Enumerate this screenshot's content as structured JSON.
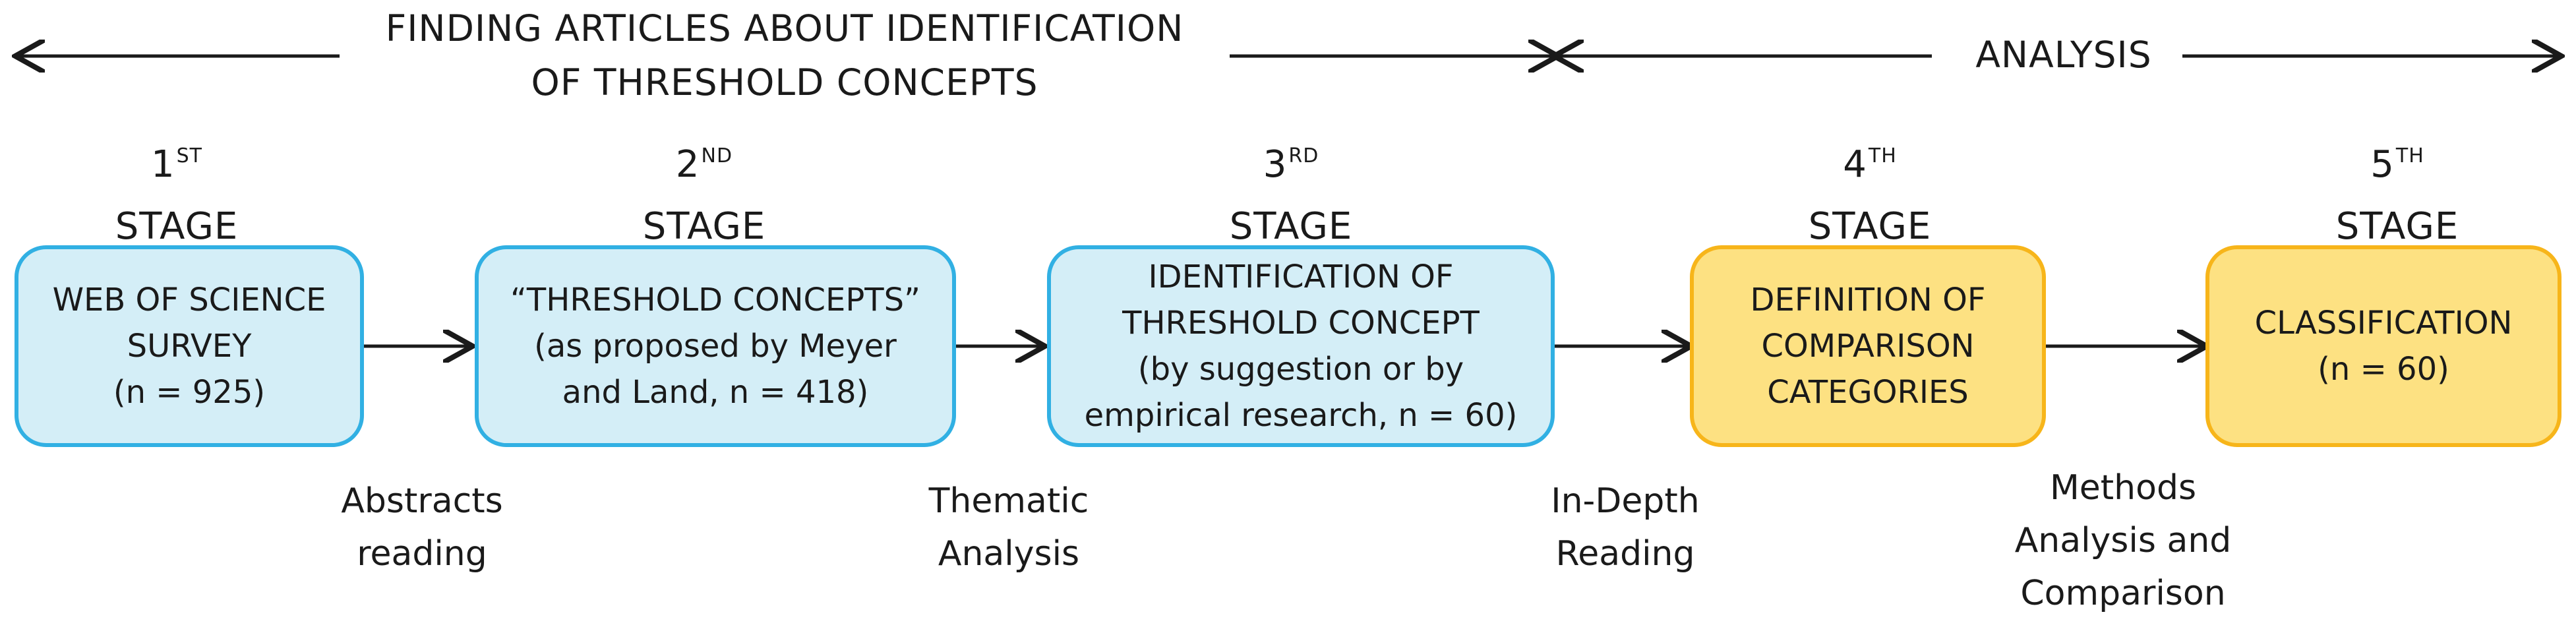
{
  "header": {
    "finding_title_line1": "FINDING ARTICLES ABOUT IDENTIFICATION",
    "finding_title_line2": "OF THRESHOLD CONCEPTS",
    "analysis_title": "ANALYSIS"
  },
  "stages": [
    {
      "number": "1",
      "suffix": "ST",
      "word": "STAGE",
      "lines": [
        "WEB OF SCIENCE",
        "SURVEY",
        "(n = 925)"
      ],
      "color": "blue"
    },
    {
      "number": "2",
      "suffix": "ND",
      "word": "STAGE",
      "lines": [
        "“THRESHOLD CONCEPTS”",
        "(as proposed by Meyer",
        "and Land, n = 418)"
      ],
      "color": "blue"
    },
    {
      "number": "3",
      "suffix": "RD",
      "word": "STAGE",
      "lines": [
        "IDENTIFICATION OF",
        "THRESHOLD CONCEPT",
        "(by suggestion or by",
        "empirical research, n = 60)"
      ],
      "color": "blue"
    },
    {
      "number": "4",
      "suffix": "TH",
      "word": "STAGE",
      "lines": [
        "DEFINITION OF",
        "COMPARISON",
        "CATEGORIES"
      ],
      "color": "yellow"
    },
    {
      "number": "5",
      "suffix": "TH",
      "word": "STAGE",
      "lines": [
        "CLASSIFICATION",
        "(n = 60)"
      ],
      "color": "yellow"
    }
  ],
  "transitions": [
    {
      "lines": [
        "Abstracts",
        "reading"
      ]
    },
    {
      "lines": [
        "Thematic",
        "Analysis"
      ]
    },
    {
      "lines": [
        "In-Depth",
        "Reading"
      ]
    },
    {
      "lines": [
        "Methods",
        "Analysis and",
        "Comparison"
      ]
    }
  ],
  "colors": {
    "blue_fill": "#d4eef7",
    "blue_border": "#31b0e3",
    "yellow_fill": "#fde182",
    "yellow_border": "#f7b51a",
    "text": "#1a1a1a"
  }
}
